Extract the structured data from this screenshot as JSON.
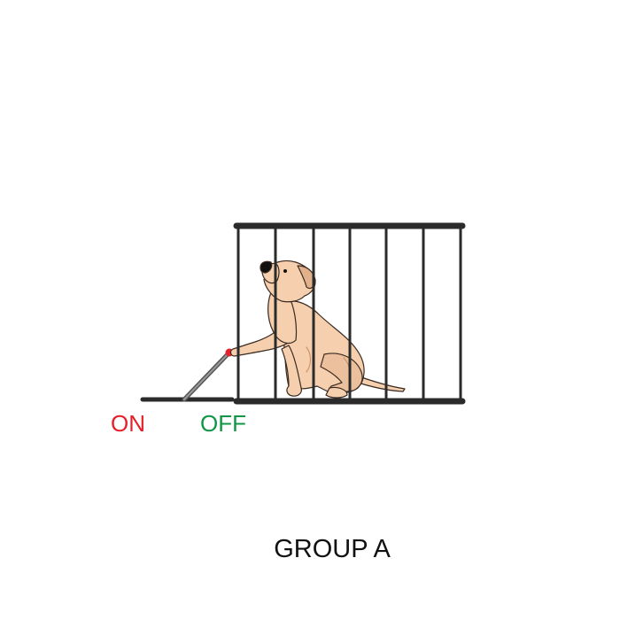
{
  "switch": {
    "on_label": "ON",
    "off_label": "OFF",
    "on_color": "#e5202a",
    "off_color": "#109646",
    "lever_tip_color": "#e5202a"
  },
  "cage": {
    "bar_color": "#2b2b2b"
  },
  "dog": {
    "fur_color": "#f5cfae",
    "shade_color": "#e2b08a"
  },
  "caption": "GROUP A"
}
